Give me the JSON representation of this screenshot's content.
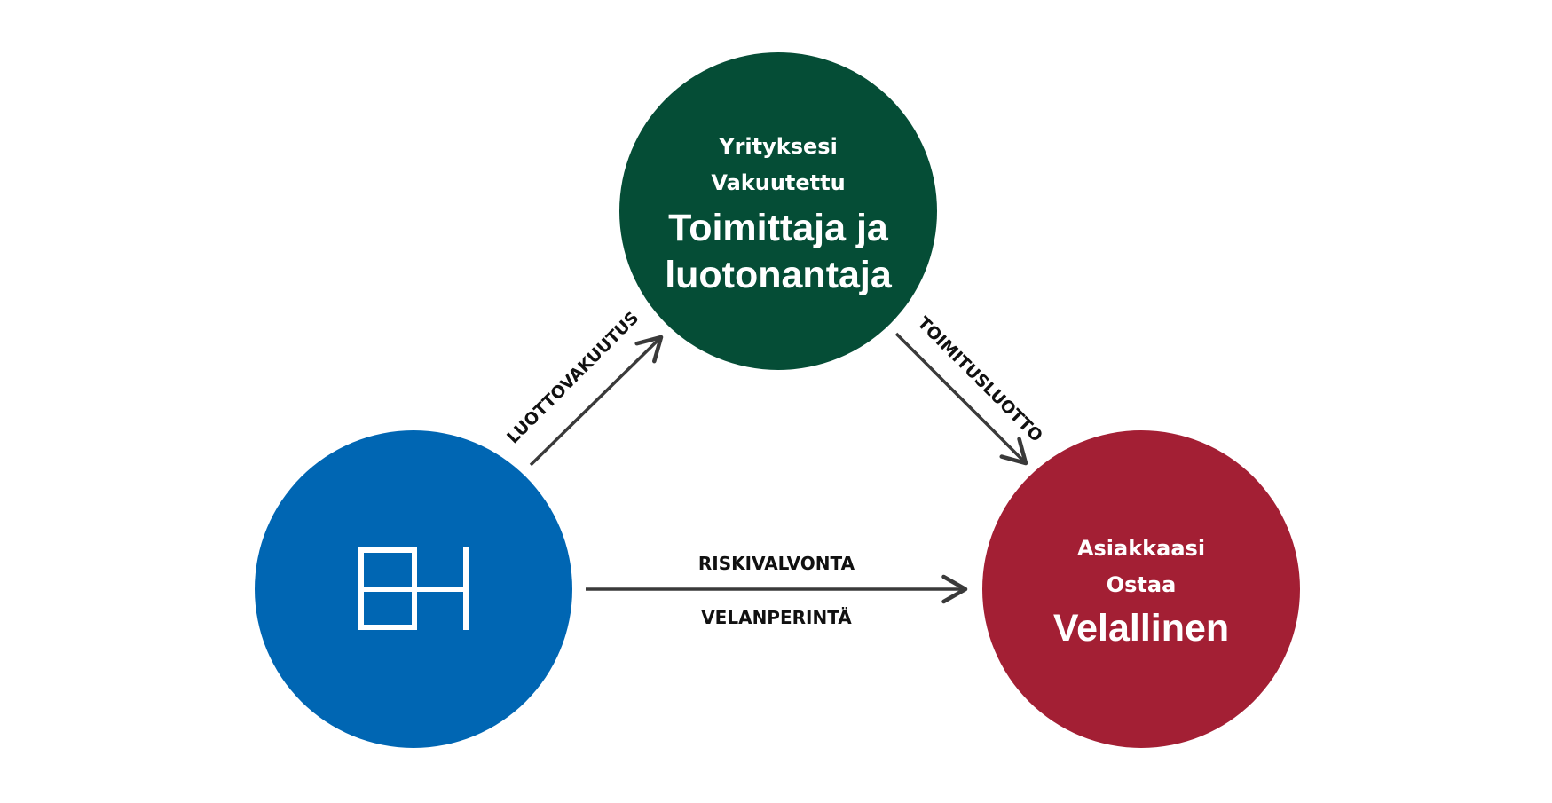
{
  "colors": {
    "supplier": "#054d36",
    "insurer": "#0066b3",
    "debtor": "#a31f34",
    "arrow": "#3a3a3a",
    "text_light": "#ffffff",
    "text_dark": "#111111"
  },
  "nodes": {
    "supplier": {
      "line1": "Yrityksesi",
      "line2": "Vakuutettu",
      "title_line1": "Toimittaja ja",
      "title_line2": "luotonantaja"
    },
    "insurer": {
      "logo_icon": "eh-logo-icon"
    },
    "debtor": {
      "line1": "Asiakkaasi",
      "line2": "Ostaa",
      "title": "Velallinen"
    }
  },
  "edges": {
    "insurer_to_supplier": "LUOTTOVAKUUTUS",
    "supplier_to_debtor": "TOIMITUSLUOTTO",
    "insurer_to_debtor_above": "RISKIVALVONTA",
    "insurer_to_debtor_below": "VELANPERINTÄ"
  }
}
